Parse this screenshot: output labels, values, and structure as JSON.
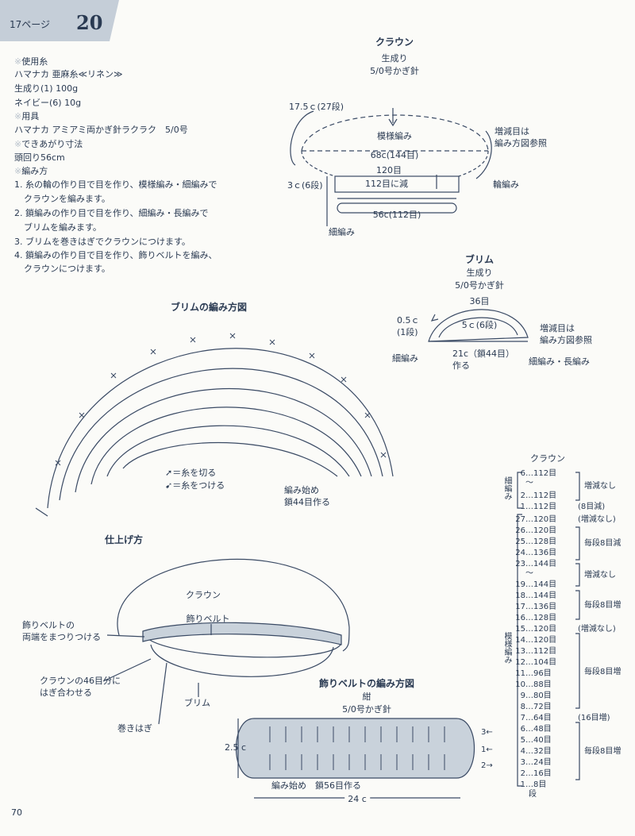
{
  "header": {
    "page_ref": "17ページ",
    "pattern_no": "20"
  },
  "materials": {
    "yarn_heading": "使用糸",
    "yarn_name": "ハマナカ 亜麻糸≪リネン≫",
    "yarn_color1": "生成り(1) 100g",
    "yarn_color2": "ネイビー(6) 10g",
    "tools_heading": "用具",
    "tool": "ハマナカ アミアミ両かぎ針ラクラク　5/0号",
    "size_heading": "できあがり寸法",
    "size": "頭回り56cm",
    "method_heading": "編み方",
    "steps": [
      "1. 糸の輪の作り目で目を作り、模様編み・細編みで",
      "クラウンを編みます。",
      "2. 鎖編みの作り目で目を作り、細編み・長編みで",
      "ブリムを編みます。",
      "3. ブリムを巻きはぎでクラウンにつけます。",
      "4. 鎖編みの作り目で目を作り、飾りベルトを編み、",
      "クラウンにつけます。"
    ]
  },
  "crown": {
    "title": "クラウン",
    "color": "生成り",
    "hook": "5/0号かぎ針",
    "depth": "17.5ｃ(27段)",
    "pattern": "模様編み",
    "circumference": "68c(144目)",
    "band_top": "120目",
    "band_height": "3ｃ(6段)",
    "decrease": "112目に減",
    "band_width": "56c(112目)",
    "sc_label": "細編み",
    "ref_label": "増減目は\n編み方図参照",
    "ring_label": "輪編み"
  },
  "brim": {
    "title": "ブリム",
    "color": "生成り",
    "hook": "5/0号かぎ針",
    "top": "36目",
    "edge": "0.5ｃ\n(1段)",
    "depth": "5ｃ(6段)",
    "ref_label": "増減目は\n編み方図参照",
    "sc_label": "細編み",
    "base": "21c（鎖44目）\n作る",
    "mix_label": "細編み・長編み"
  },
  "brim_chart": {
    "title": "ブリムの編み方図",
    "legend_cut": "＝糸を切る",
    "legend_join": "＝糸をつける",
    "start": "編み始め\n鎖44目作る"
  },
  "finishing": {
    "title": "仕上げ方",
    "crown": "クラウン",
    "belt": "飾りベルト",
    "belt_ends": "飾りベルトの\n両端をまつりつける",
    "join": "クラウンの46目分に\nはぎ合わせる",
    "brim": "ブリム",
    "whip": "巻きはぎ"
  },
  "belt_chart": {
    "title": "飾りベルトの編み方図",
    "color": "紺",
    "hook": "5/0号かぎ針",
    "height": "2.5 c",
    "start": "編み始め　鎖56目作る",
    "width": "24 c",
    "rows": [
      "3←",
      "1←",
      "2→"
    ]
  },
  "row_table": {
    "title": "クラウン",
    "sc_label": "細編み",
    "pattern_label": "模様編み",
    "dan": "段",
    "rows": [
      {
        "n": "6…",
        "v": "112目"
      },
      {
        "n": "～",
        "v": ""
      },
      {
        "n": "2…",
        "v": "112目"
      },
      {
        "n": "1…",
        "v": "112目"
      },
      {
        "n": "27…",
        "v": "120目"
      },
      {
        "n": "26…",
        "v": "120目"
      },
      {
        "n": "25…",
        "v": "128目"
      },
      {
        "n": "24…",
        "v": "136目"
      },
      {
        "n": "23…",
        "v": "144目"
      },
      {
        "n": "～",
        "v": ""
      },
      {
        "n": "19…",
        "v": "144目"
      },
      {
        "n": "18…",
        "v": "144目"
      },
      {
        "n": "17…",
        "v": "136目"
      },
      {
        "n": "16…",
        "v": "128目"
      },
      {
        "n": "15…",
        "v": "120目"
      },
      {
        "n": "14…",
        "v": "120目"
      },
      {
        "n": "13…",
        "v": "112目"
      },
      {
        "n": "12…",
        "v": "104目"
      },
      {
        "n": "11…",
        "v": "96目"
      },
      {
        "n": "10…",
        "v": "88目"
      },
      {
        "n": "9…",
        "v": "80目"
      },
      {
        "n": "8…",
        "v": "72目"
      },
      {
        "n": "7…",
        "v": "64目"
      },
      {
        "n": "6…",
        "v": "48目"
      },
      {
        "n": "5…",
        "v": "40目"
      },
      {
        "n": "4…",
        "v": "32目"
      },
      {
        "n": "3…",
        "v": "24目"
      },
      {
        "n": "2…",
        "v": "16目"
      },
      {
        "n": "1…",
        "v": "8目"
      }
    ],
    "notes": {
      "n1": "増減なし",
      "n2": "(8目減)",
      "n3": "(増減なし)",
      "n4": "毎段8目減",
      "n5": "増減なし",
      "n6": "毎段8目増",
      "n7": "(増減なし)",
      "n8": "毎段8目増",
      "n9": "(16目増)",
      "n10": "毎段8目増"
    }
  },
  "footer": {
    "page": "70"
  }
}
